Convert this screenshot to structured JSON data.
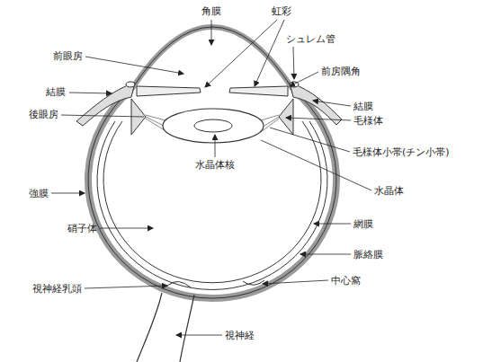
{
  "diagram": {
    "labels": [
      "角膜",
      "虹彩",
      "シュレム管",
      "前眼房",
      "前房隅角",
      "結膜",
      "結膜",
      "後眼房",
      "毛様体",
      "毛様体小帯(チン小帯)",
      "水晶体核",
      "水晶体",
      "強膜",
      "硝子体",
      "網膜",
      "脈絡膜",
      "視神経乳頭",
      "中心窩",
      "視神経"
    ]
  }
}
